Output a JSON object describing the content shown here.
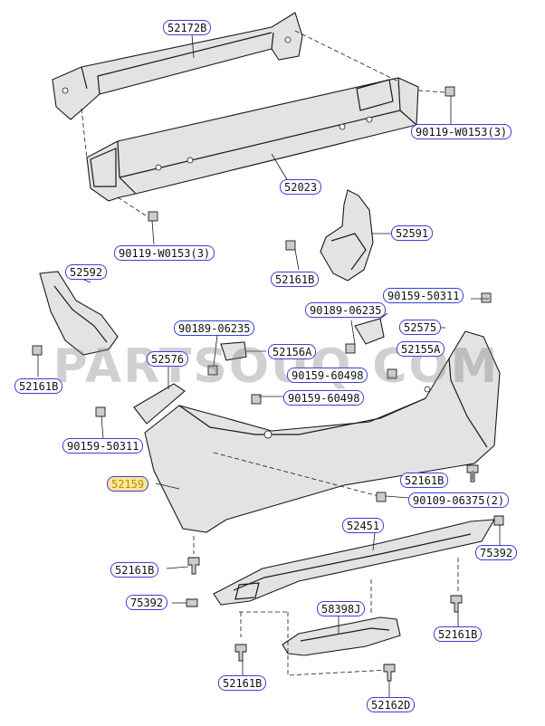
{
  "watermark": "PARTSOUQ.COM",
  "labels": {
    "l52172b": "52172B",
    "l90119_w0153_3_top": "90119-W0153(3)",
    "l52023": "52023",
    "l90119_w0153_3_left": "90119-W0153(3)",
    "l52591": "52591",
    "l52161b_a": "52161B",
    "l52592": "52592",
    "l90159_50311_right": "90159-50311",
    "l90189_06235_right": "90189-06235",
    "l52575": "52575",
    "l90189_06235_left": "90189-06235",
    "l52155a": "52155A",
    "l52156a": "52156A",
    "l52576": "52576",
    "l90159_60498_a": "90159-60498",
    "l52161b_b": "52161B",
    "l90159_60498_b": "90159-60498",
    "l90159_50311_left": "90159-50311",
    "l52161b_c": "52161B",
    "l52159": "52159",
    "l90109_06375_2": "90109-06375(2)",
    "l52451": "52451",
    "l75392_right": "75392",
    "l52161b_d": "52161B",
    "l75392_left": "75392",
    "l58398j": "58398J",
    "l52161b_e": "52161B",
    "l52161b_f": "52161B",
    "l52162d": "52162D"
  },
  "colors": {
    "label_border": "#3b3fd6",
    "highlight_bg": "#fbe69a",
    "highlight_text": "#bd8f00",
    "part_fill": "#e3e3e3"
  }
}
